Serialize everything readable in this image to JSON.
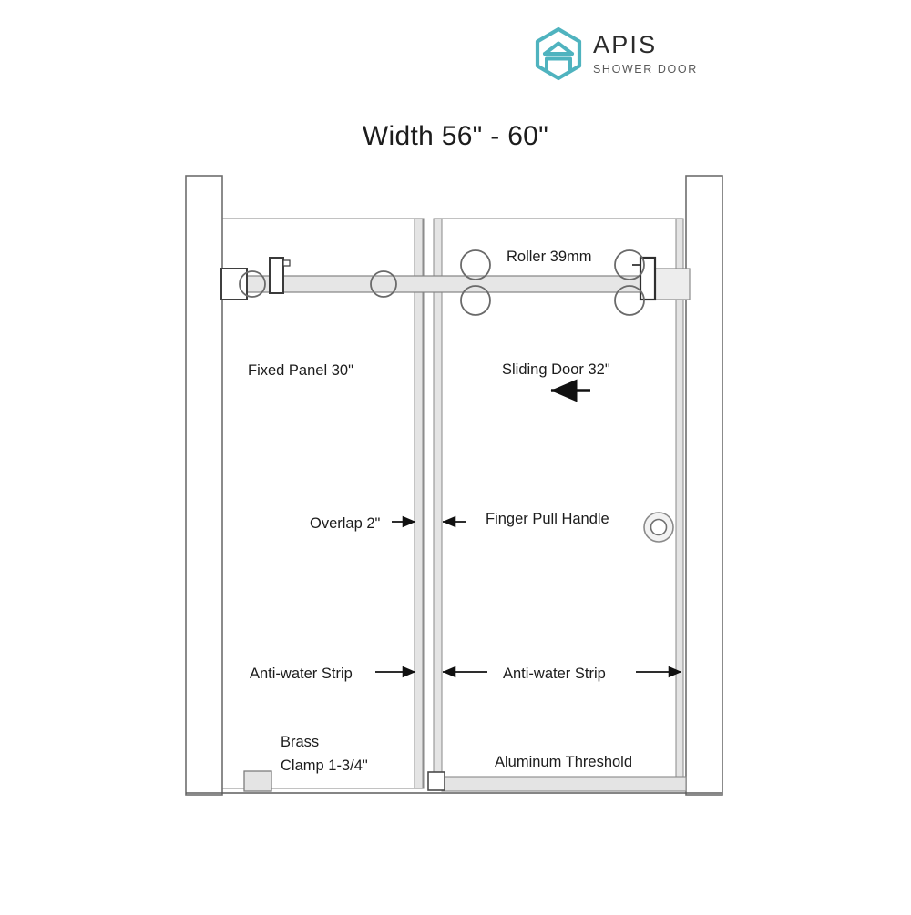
{
  "brand": {
    "name": "APIS",
    "subtitle": "SHOWER DOOR",
    "logo_icon": "hexagon-house-icon",
    "color": "#4fb3bf"
  },
  "diagram": {
    "title": "Width 56\" - 60\"",
    "type": "shower-door-elevation",
    "labels": {
      "roller": "Roller 39mm",
      "fixed_panel": "Fixed Panel 30\"",
      "sliding_door": "Sliding Door 32\"",
      "overlap": "Overlap 2\"",
      "finger_pull": "Finger Pull Handle",
      "anti_water_left": "Anti-water Strip",
      "anti_water_right": "Anti-water Strip",
      "brass_clamp_line1": "Brass",
      "brass_clamp_line2": "Clamp 1-3/4\"",
      "aluminum_threshold": "Aluminum Threshold"
    },
    "colors": {
      "outline": "#666666",
      "metal_fill": "#e8e8e8",
      "glass_edge": "#9a9a9a",
      "arrow": "#111111"
    },
    "parts": [
      "left-wall-jamb",
      "right-wall-jamb",
      "header-rail",
      "roller-assembly",
      "fixed-glass-panel",
      "sliding-glass-door",
      "anti-water-strips",
      "finger-pull-handle",
      "brass-clamp",
      "aluminum-threshold"
    ]
  }
}
